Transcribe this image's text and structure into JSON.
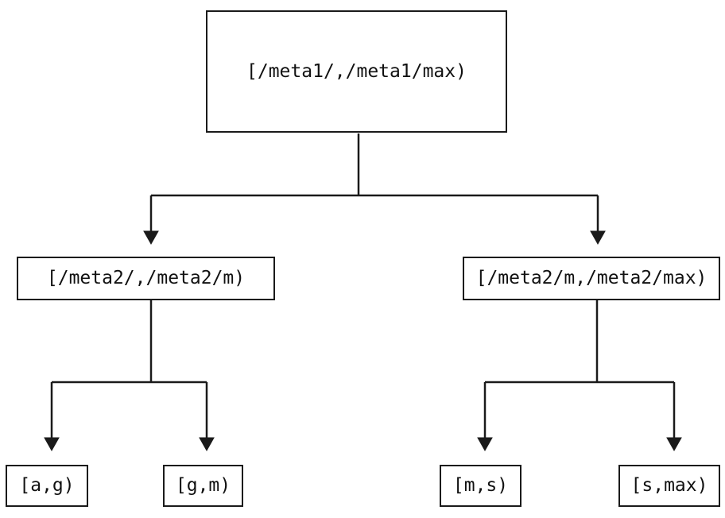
{
  "diagram": {
    "type": "tree",
    "nodes": {
      "root": {
        "id": "root",
        "label": "[/meta1/,/meta1/max)"
      },
      "meta2_left": {
        "id": "meta2_left",
        "label": "[/meta2/,/meta2/m)"
      },
      "meta2_right": {
        "id": "meta2_right",
        "label": "[/meta2/m,/meta2/max)"
      },
      "leaf_ag": {
        "id": "leaf_ag",
        "label": "[a,g)"
      },
      "leaf_gm": {
        "id": "leaf_gm",
        "label": "[g,m)"
      },
      "leaf_ms": {
        "id": "leaf_ms",
        "label": "[m,s)"
      },
      "leaf_smax": {
        "id": "leaf_smax",
        "label": "[s,max)"
      }
    },
    "edges": [
      {
        "from": "root",
        "to": "meta2_left"
      },
      {
        "from": "root",
        "to": "meta2_right"
      },
      {
        "from": "meta2_left",
        "to": "leaf_ag"
      },
      {
        "from": "meta2_left",
        "to": "leaf_gm"
      },
      {
        "from": "meta2_right",
        "to": "leaf_ms"
      },
      {
        "from": "meta2_right",
        "to": "leaf_smax"
      }
    ]
  },
  "colors": {
    "stroke": "#1a1a1a",
    "text": "#111111",
    "background": "#ffffff"
  }
}
